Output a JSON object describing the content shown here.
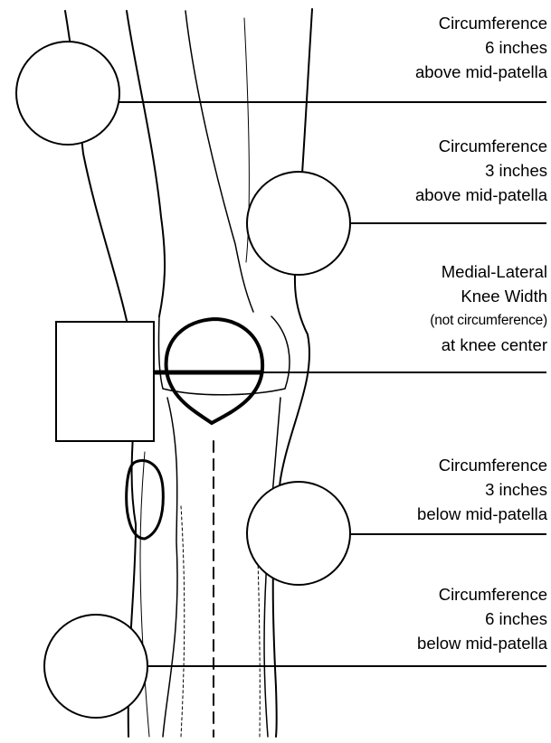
{
  "labels": {
    "c6_above": [
      "Circumference",
      "6 inches",
      "above mid-patella"
    ],
    "c3_above": [
      "Circumference",
      "3 inches",
      "above mid-patella"
    ],
    "knee_width": [
      "Medial-Lateral",
      "Knee Width",
      "(not circumference)",
      "at knee center"
    ],
    "c3_below": [
      "Circumference",
      "3 inches",
      "below mid-patella"
    ],
    "c6_below": [
      "Circumference",
      "6 inches",
      "below mid-patella"
    ]
  },
  "colors": {
    "line": "#000000",
    "background": "#ffffff"
  }
}
